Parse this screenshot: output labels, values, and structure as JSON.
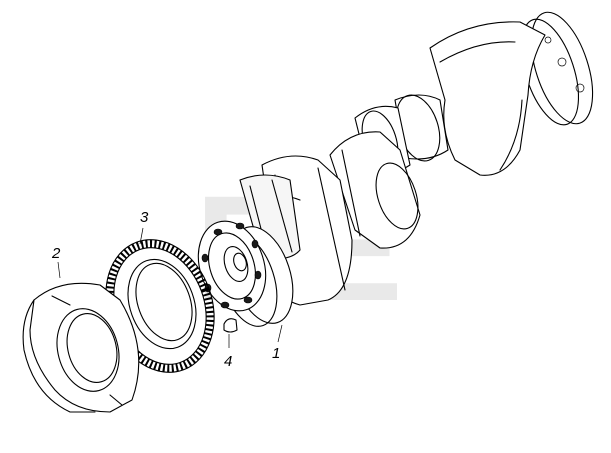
{
  "diagram": {
    "watermark": "ПЕ",
    "parts": [
      {
        "id": "crankshaft",
        "callout": "1"
      },
      {
        "id": "cover",
        "callout": "2"
      },
      {
        "id": "ring-gear",
        "callout": "3"
      },
      {
        "id": "key",
        "callout": "4"
      }
    ]
  }
}
